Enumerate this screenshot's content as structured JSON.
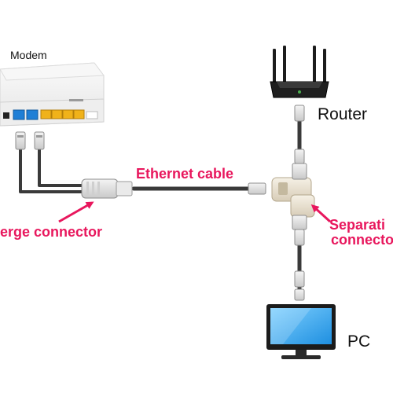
{
  "labels": {
    "modem": "Modem",
    "router": "Router",
    "pc": "PC",
    "ethernet_cable": "Ethernet cable",
    "merge_connector": "erge connector",
    "separation_connector_line1": "Separati",
    "separation_connector_line2": "connecto"
  },
  "colors": {
    "accent": "#e8175d",
    "cable": "#3a3a3a",
    "port_blue": "#1f7fd6",
    "port_yellow": "#f0b21a",
    "connector": "#e9e2d4",
    "screen": "#2aa3e8"
  },
  "icons": {
    "modem": "modem-icon",
    "router": "router-icon",
    "pc": "monitor-icon",
    "merge": "merge-connector-icon",
    "splitter": "splitter-connector-icon"
  }
}
